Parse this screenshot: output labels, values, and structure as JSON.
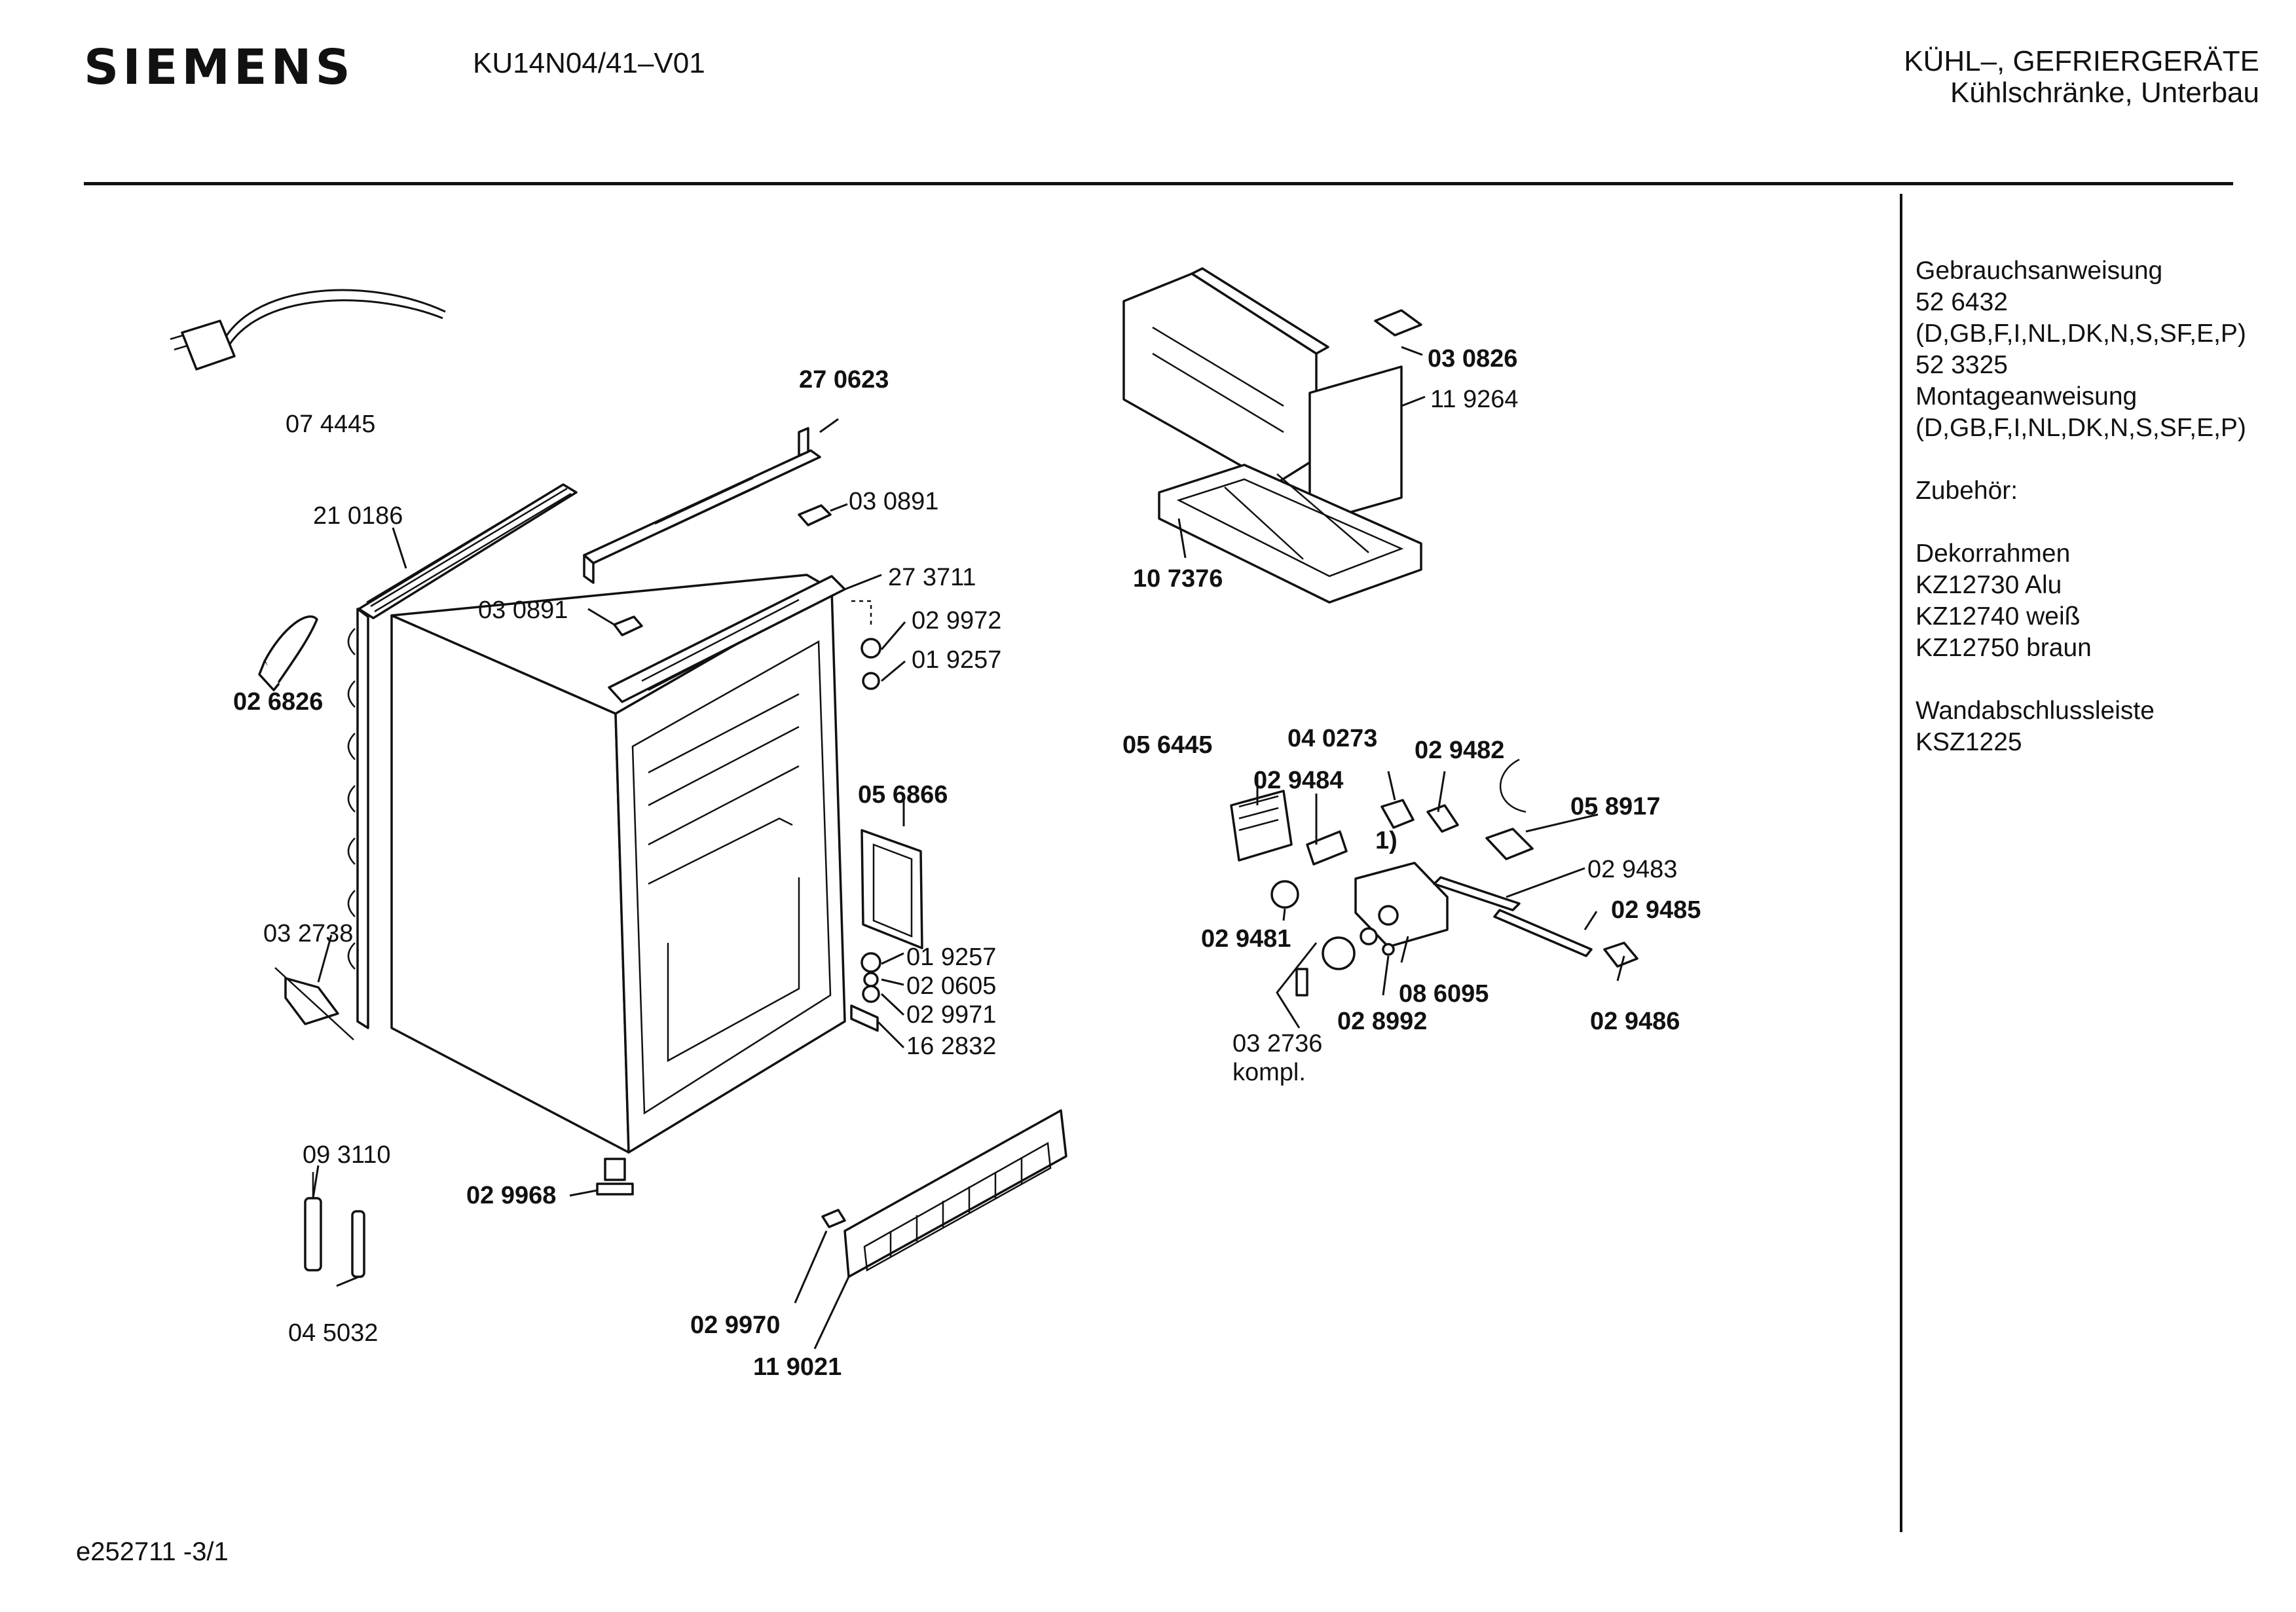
{
  "header": {
    "brand": "SIEMENS",
    "model": "KU14N04/41–V01",
    "category_line1": "KÜHL–, GEFRIERGERÄTE",
    "category_line2": "Kühlschränke, Unterbau"
  },
  "footer": {
    "page_code": "e252711 -3/1"
  },
  "side_panel": {
    "lines": [
      "Gebrauchsanweisung",
      "52 6432",
      "(D,GB,F,I,NL,DK,N,S,SF,E,P)",
      "52 3325",
      "Montageanweisung",
      "(D,GB,F,I,NL,DK,N,S,SF,E,P)",
      "",
      "Zubehör:",
      "",
      "Dekorrahmen",
      "KZ12730 Alu",
      "KZ12740 weiß",
      "KZ12750 braun",
      "",
      "Wandabschlussleiste",
      "KSZ1225"
    ]
  },
  "parts": {
    "p074445": "07 4445",
    "p270623": "27 0623",
    "p210186": "21 0186",
    "p030891a": "03 0891",
    "p030891b": "03 0891",
    "p273711": "27 3711",
    "p029972": "02 9972",
    "p019257a": "01 9257",
    "p026826": "02 6826",
    "p056866": "05 6866",
    "p032738": "03 2738",
    "p019257b": "01 9257",
    "p020605": "02 0605",
    "p029971": "02 9971",
    "p162832": "16 2832",
    "p093110": "09 3110",
    "p029968": "02 9968",
    "p045032": "04 5032",
    "p029970": "02 9970",
    "p119021": "11 9021",
    "p030826": "03 0826",
    "p119264": "11 9264",
    "p107376": "10 7376",
    "p056445": "05 6445",
    "p040273": "04 0273",
    "p029482": "02 9482",
    "p029484": "02 9484",
    "p058917": "05 8917",
    "note1": "1)",
    "p029483": "02 9483",
    "p029485": "02 9485",
    "p029481": "02 9481",
    "p086095": "08 6095",
    "p028992": "02 8992",
    "p029486": "02 9486",
    "p032736": "03 2736",
    "kompl": "kompl."
  }
}
